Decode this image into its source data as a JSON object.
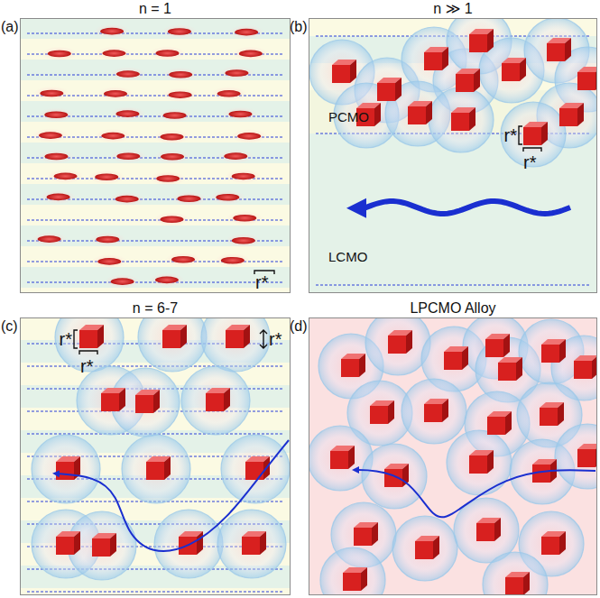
{
  "diagram": {
    "nodes": [
      {
        "text": [
          "n = 1",
          "(a)"
        ]
      },
      {
        "text": [
          "n ≫ 1",
          "(b)"
        ]
      },
      {
        "text": [
          "n = 6-7",
          "(c)"
        ]
      },
      {
        "text": [
          "LPCMO Alloy",
          "(d)"
        ]
      }
    ],
    "labels": [
      "r*",
      "r*",
      "r*",
      "PCMO",
      "LCMO",
      "r*",
      "r*",
      "r*"
    ]
  }
}
